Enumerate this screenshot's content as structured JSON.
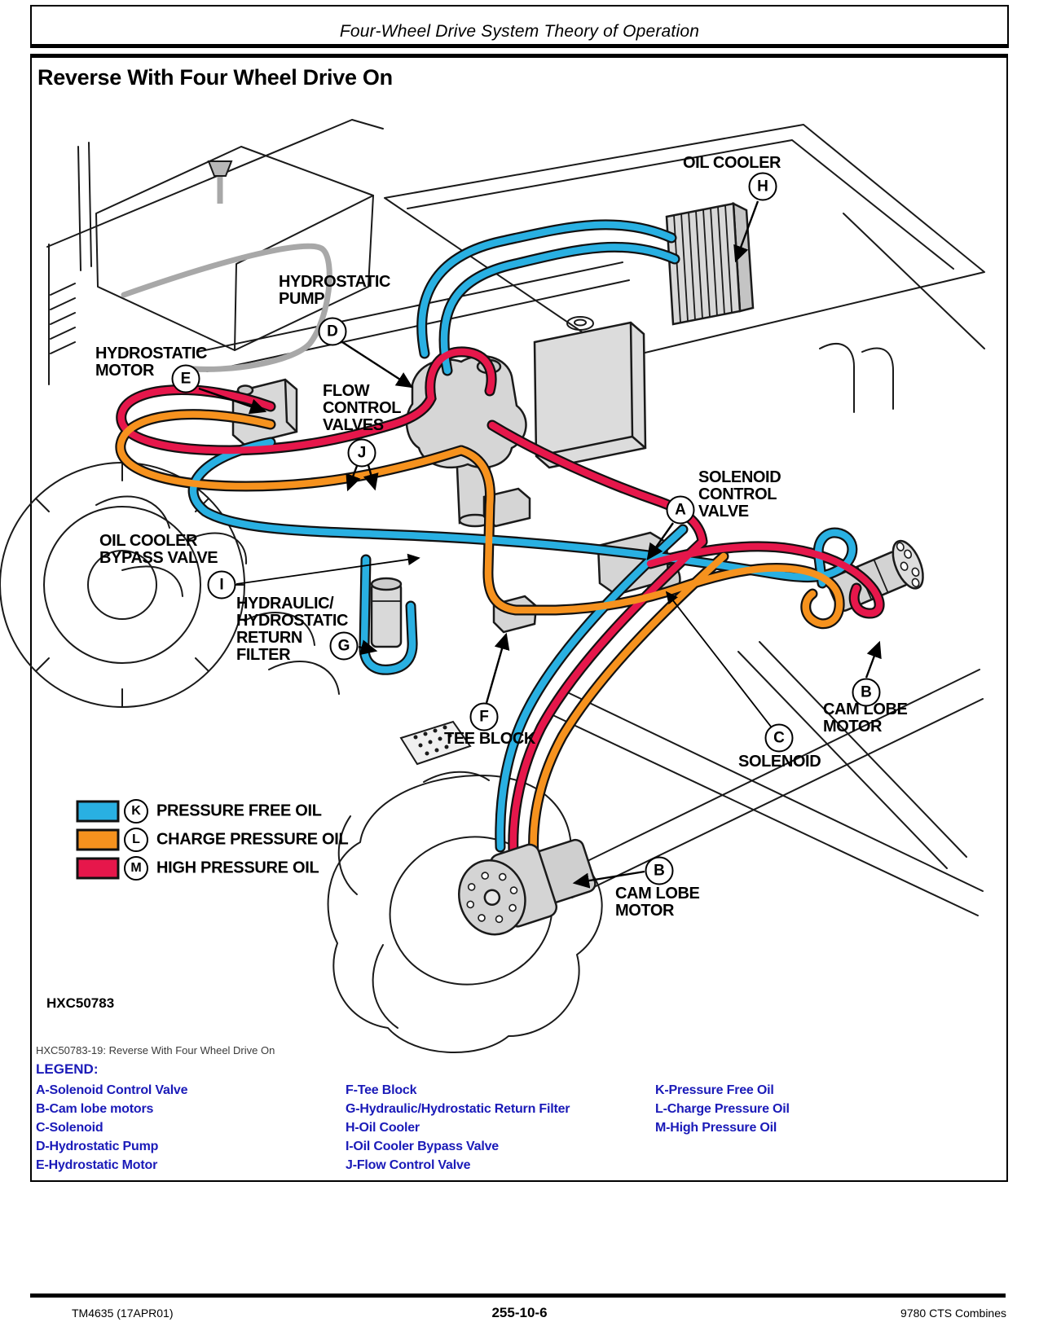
{
  "header": {
    "title": "Four-Wheel Drive System Theory of Operation"
  },
  "title": "Reverse With Four Wheel Drive On",
  "figure": {
    "id": "HXC50783",
    "caption": "HXC50783-19: Reverse With Four Wheel Drive On"
  },
  "labels": {
    "oil_cooler": "OIL COOLER",
    "hydrostatic_pump": "HYDROSTATIC\nPUMP",
    "hydrostatic_motor": "HYDROSTATIC\nMOTOR",
    "flow_control_valves": "FLOW\nCONTROL\nVALVES",
    "solenoid_control_valve": "SOLENOID\nCONTROL\nVALVE",
    "oil_cooler_bypass_valve": "OIL COOLER\nBYPASS VALVE",
    "return_filter": "HYDRAULIC/\nHYDROSTATIC\nRETURN\nFILTER",
    "tee_block": "TEE BLOCK",
    "solenoid": "SOLENOID",
    "cam_lobe_motor": "CAM LOBE\nMOTOR"
  },
  "callouts": {
    "A": "A",
    "B": "B",
    "C": "C",
    "D": "D",
    "E": "E",
    "F": "F",
    "G": "G",
    "H": "H",
    "I": "I",
    "J": "J",
    "K": "K",
    "L": "L",
    "M": "M"
  },
  "key": {
    "pressure_free": {
      "label": "PRESSURE FREE OIL",
      "color": "#29B0E2"
    },
    "charge": {
      "label": "CHARGE PRESSURE OIL",
      "color": "#F6921E"
    },
    "high": {
      "label": "HIGH PRESSURE OIL",
      "color": "#E6174B"
    }
  },
  "legend": {
    "heading": "LEGEND:",
    "text_color": "#1A1AB8",
    "col1": [
      "A-Solenoid Control Valve",
      "B-Cam lobe motors",
      "C-Solenoid",
      "D-Hydrostatic Pump",
      "E-Hydrostatic Motor"
    ],
    "col2": [
      "F-Tee Block",
      "G-Hydraulic/Hydrostatic Return Filter",
      "H-Oil Cooler",
      "I-Oil Cooler Bypass Valve",
      "J-Flow Control Valve"
    ],
    "col3": [
      "K-Pressure Free Oil",
      "L-Charge Pressure Oil",
      "M-High Pressure Oil"
    ]
  },
  "footer": {
    "left": "TM4635 (17APR01)",
    "center": "255-10-6",
    "right": "9780 CTS Combines"
  }
}
